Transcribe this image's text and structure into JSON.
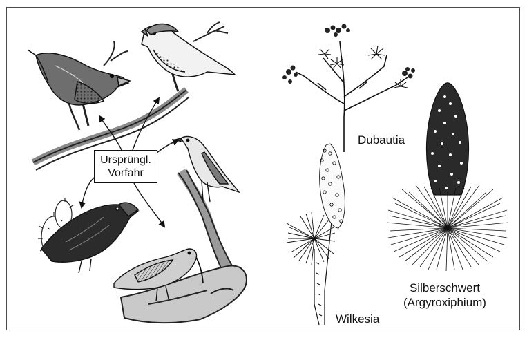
{
  "figure": {
    "ancestor_label": {
      "line1": "Ursprüngl.",
      "line2": "Vorfahr"
    },
    "plants": {
      "dubautia": "Dubautia",
      "wilkesia": "Wilkesia",
      "silberschwert_line1": "Silberschwert",
      "silberschwert_line2": "(Argyroxiphium)"
    }
  },
  "colors": {
    "ink": "#111111",
    "shade": "#555555",
    "light": "#d9d9d9",
    "paper": "#ffffff"
  }
}
